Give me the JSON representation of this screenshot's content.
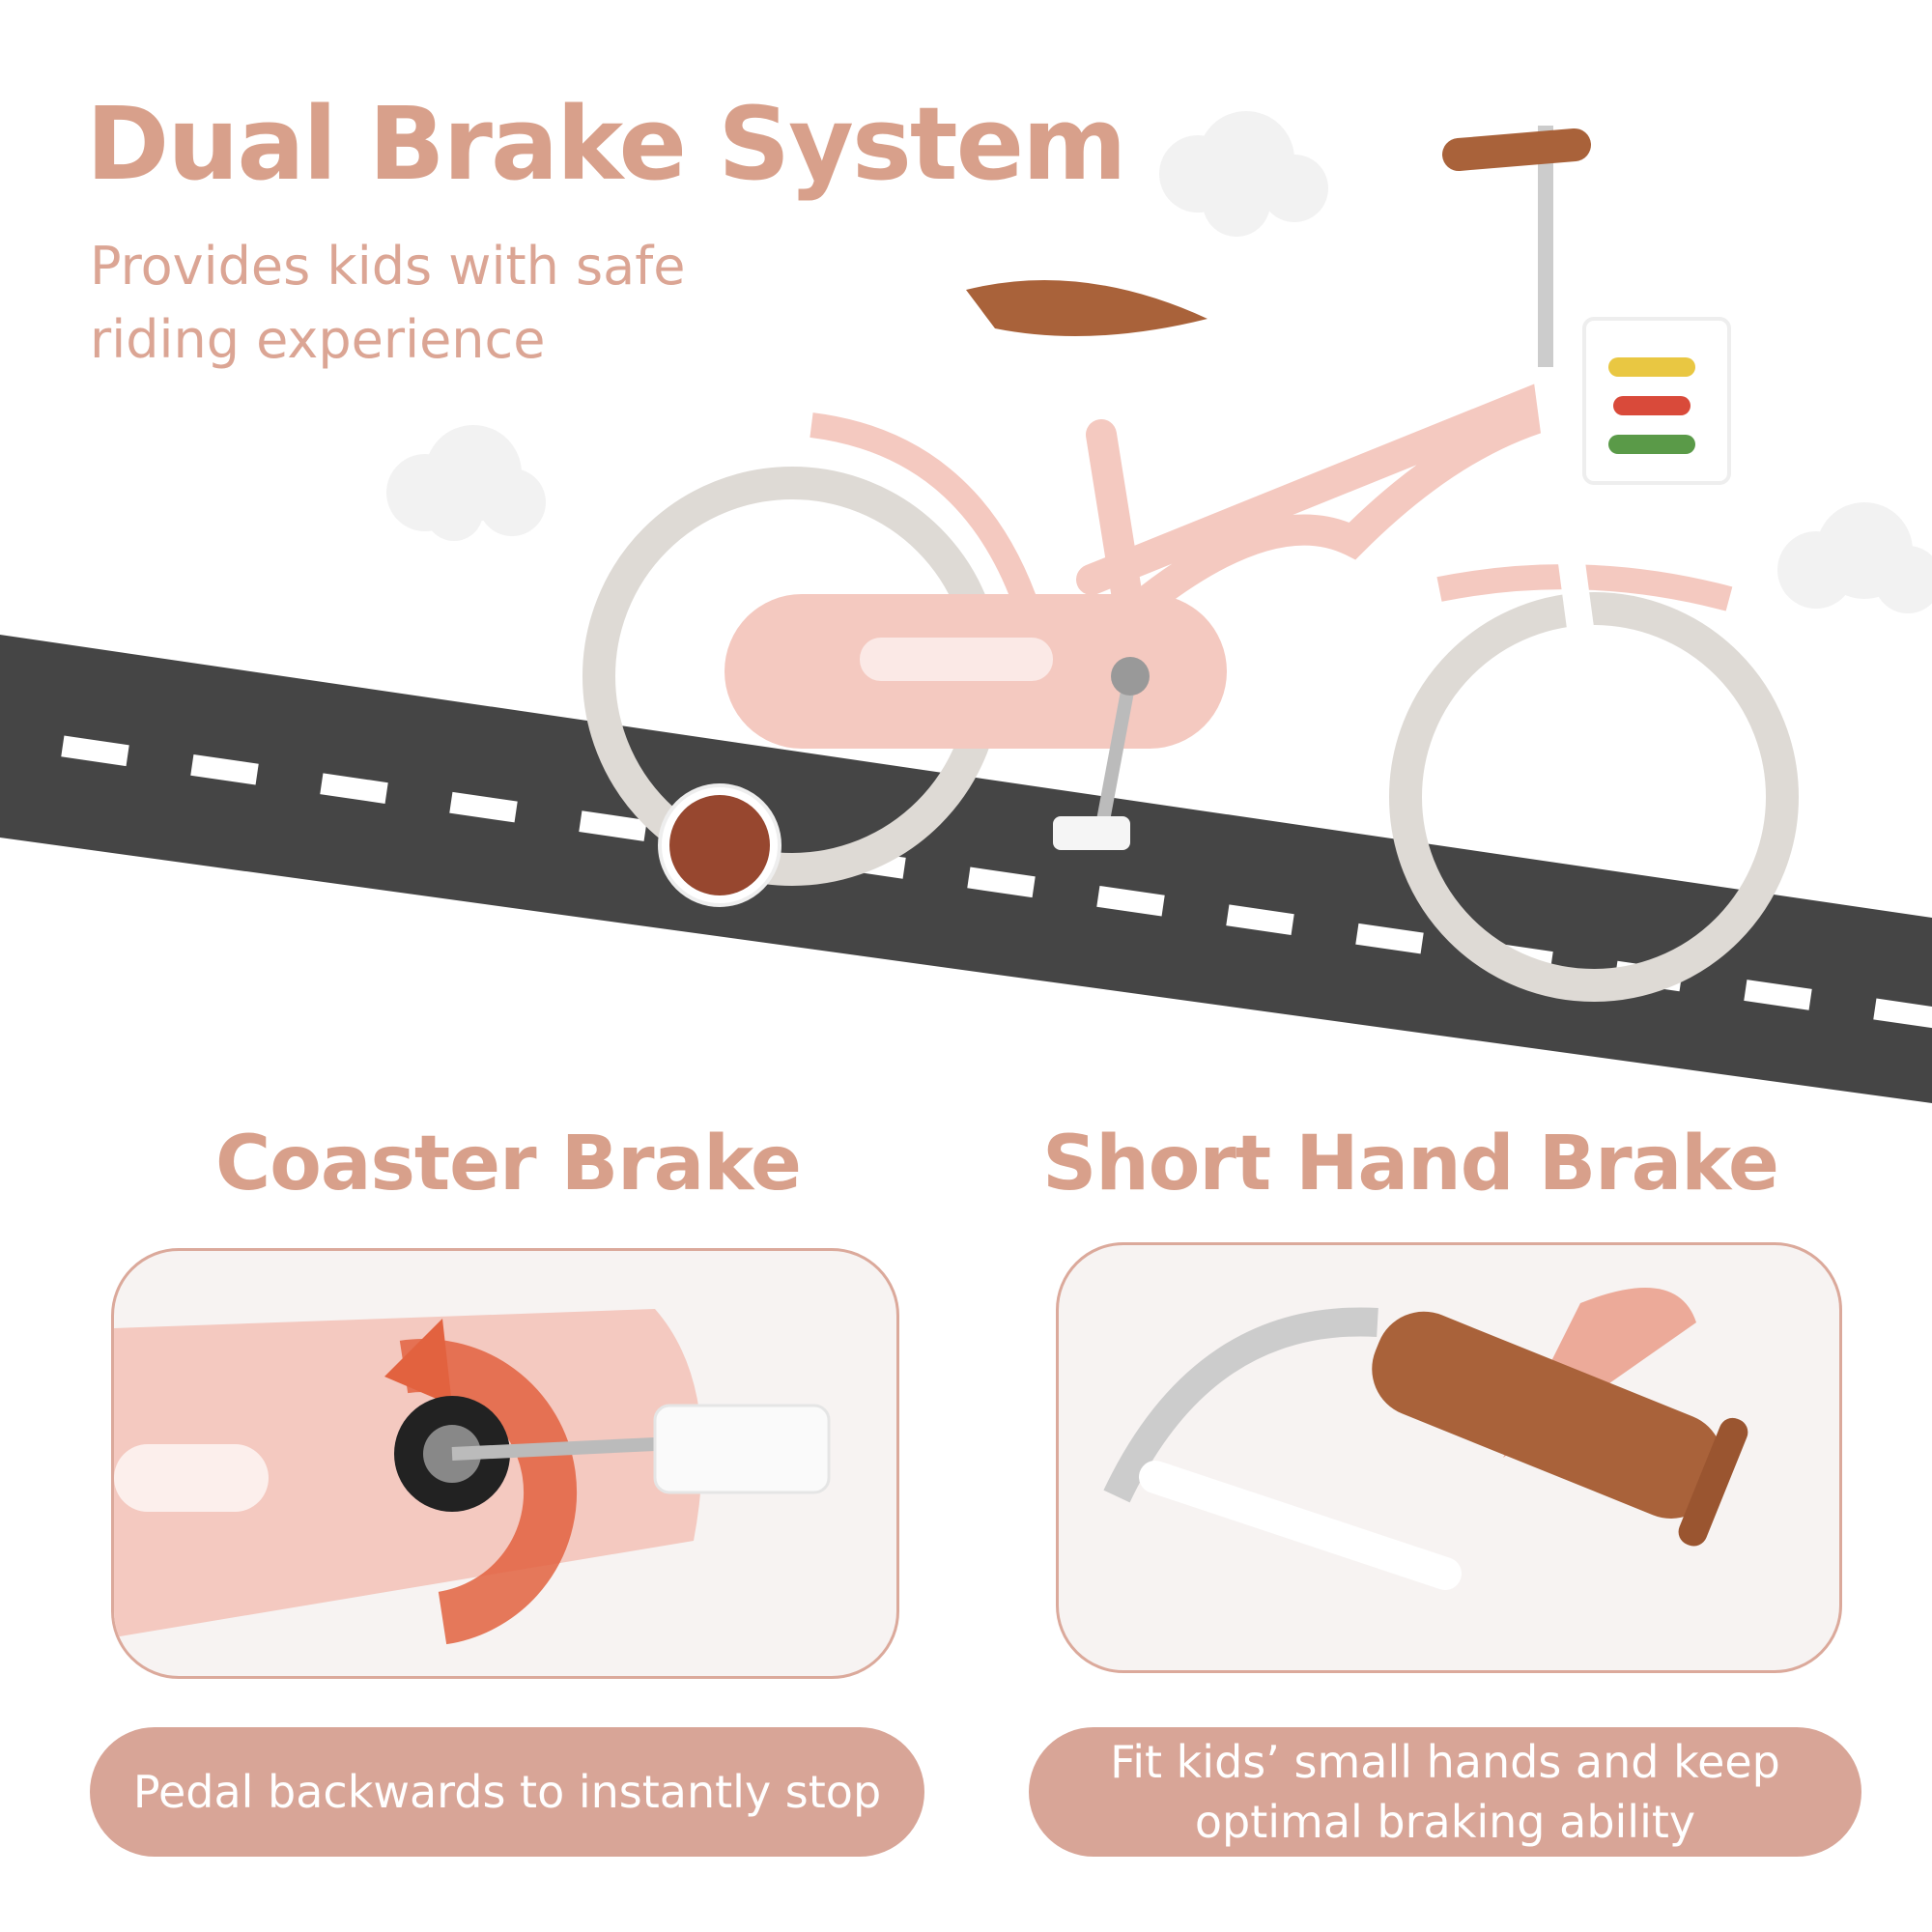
{
  "header": {
    "title": "Dual Brake System",
    "subtitle_line1": "Provides kids with safe",
    "subtitle_line2": "riding experience"
  },
  "features": [
    {
      "title": "Coaster Brake",
      "caption": "Pedal backwards to instantly stop"
    },
    {
      "title": "Short Hand Brake",
      "caption_line1": "Fit kids’ small hands and keep",
      "caption_line2": "optimal braking ability"
    }
  ],
  "colors": {
    "accent": "#d8a08b",
    "pill": "#d8a597",
    "bike_frame": "#f4c9c0",
    "road": "#444444",
    "arrow": "#e2623f",
    "grip": "#a9623a"
  }
}
